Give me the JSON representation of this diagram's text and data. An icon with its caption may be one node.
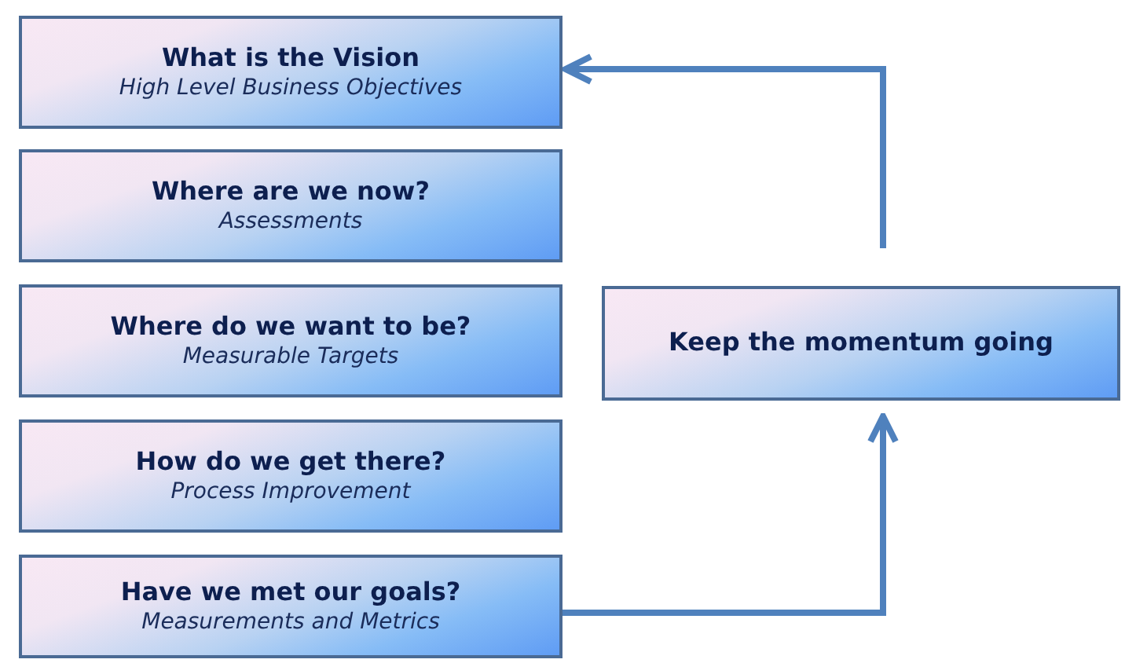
{
  "diagram": {
    "nodes": [
      {
        "text": [
          "What is the Vision",
          "High Level Business Objectives"
        ]
      },
      {
        "text": [
          "Where are we now?",
          "Assessments"
        ]
      },
      {
        "text": [
          "Where do we want to be?",
          "Measurable Targets"
        ]
      },
      {
        "text": [
          "How do we get there?",
          "Process Improvement"
        ]
      },
      {
        "text": [
          "Have we met our goals?",
          "Measurements and Metrics"
        ]
      },
      {
        "text": [
          "Keep the momentum going"
        ]
      }
    ],
    "edges": [
      {
        "from": 4,
        "to": 5,
        "arrow": "to"
      },
      {
        "from": 5,
        "to": 0,
        "arrow": "to"
      }
    ]
  }
}
